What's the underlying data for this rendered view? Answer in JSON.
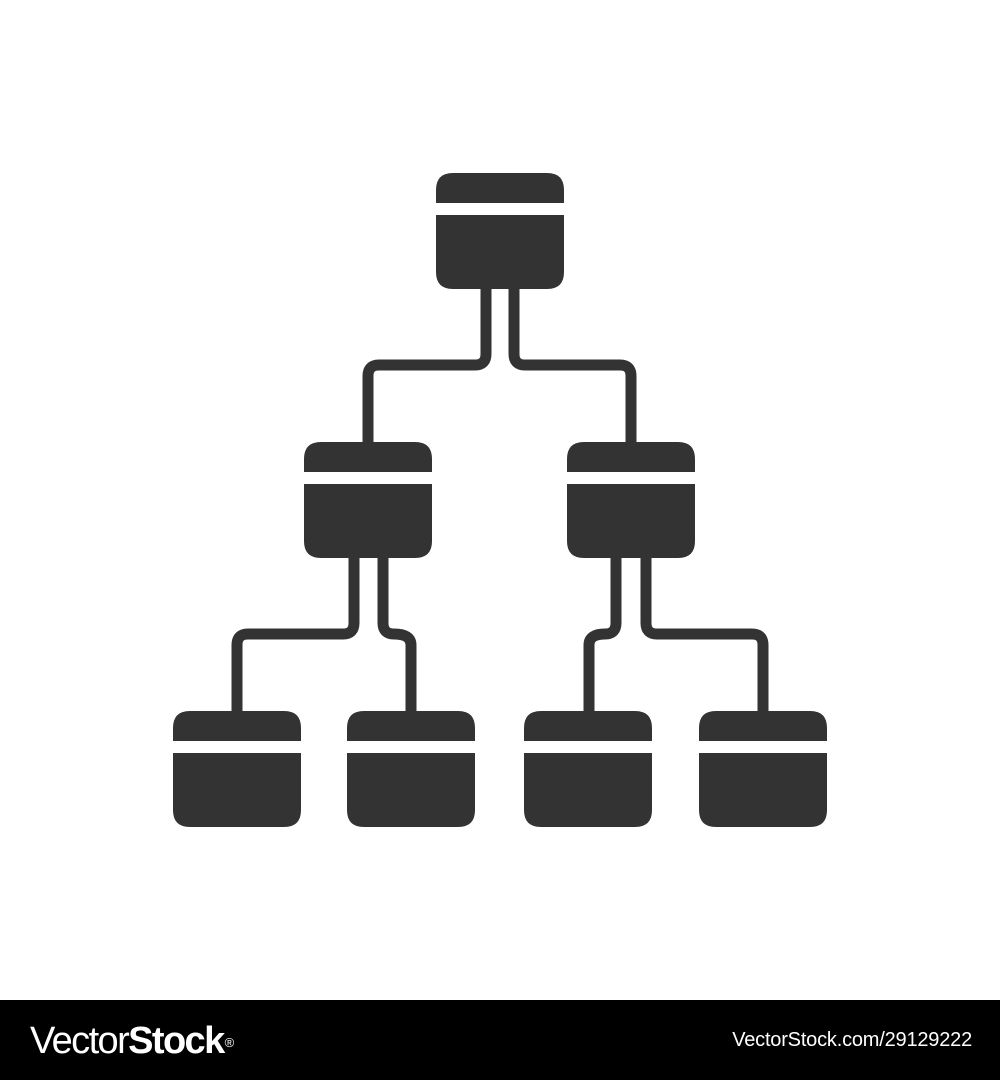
{
  "diagram": {
    "description_free": true,
    "fill_color": "#333333",
    "background_color": "#ffffff",
    "icon": "hierarchy-tree-icon",
    "levels": [
      {
        "level": 1,
        "node_count": 1
      },
      {
        "level": 2,
        "node_count": 2
      },
      {
        "level": 3,
        "node_count": 4
      }
    ]
  },
  "watermark": {
    "brand_word_1": "Vector",
    "brand_word_2": "Stock",
    "registered_mark": "®",
    "image_id": "VectorStock.com/29129222",
    "bar_color": "#000000",
    "text_color": "#ffffff"
  }
}
